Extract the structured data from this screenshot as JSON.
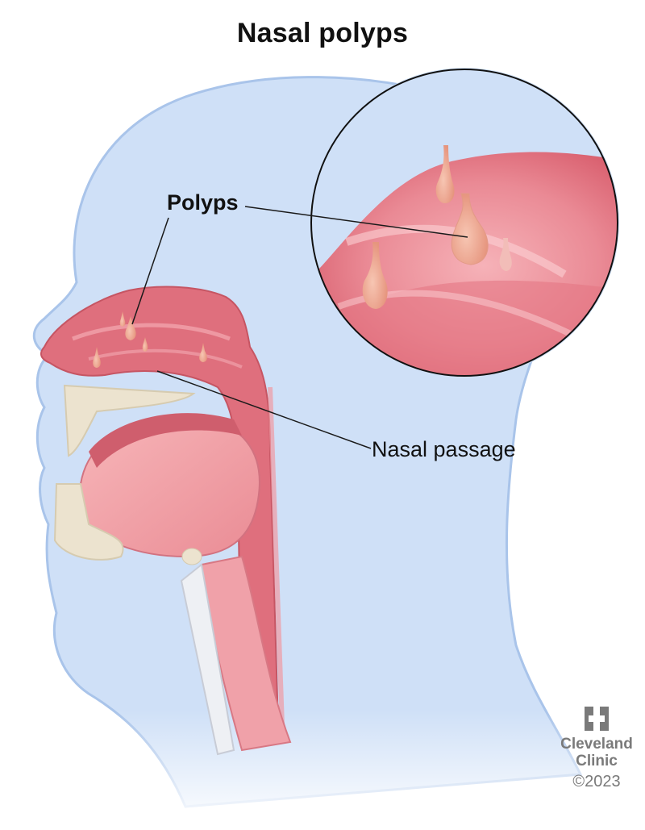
{
  "title": "Nasal polyps",
  "labels": {
    "polyps": "Polyps",
    "nasal_passage": "Nasal passage"
  },
  "illustration": {
    "subject": "Sagittal cross-section of head showing nasal cavity with polyps",
    "inset": "Magnified circular view of polyps hanging from nasal lining",
    "colors": {
      "head_silhouette": "#cfe0f7",
      "head_outline": "#a9c4ea",
      "tissue": "#e0707e",
      "tissue_light": "#f3a3ac",
      "polyp": "#eeaa95",
      "bone": "#ece3cf",
      "cartilage": "#e4e8ee",
      "leader_line": "#1a1a1a"
    }
  },
  "credit": {
    "logo_icon": "cleveland-clinic-cross-icon",
    "name_line1": "Cleveland",
    "name_line2": "Clinic",
    "copyright": "©2023"
  }
}
